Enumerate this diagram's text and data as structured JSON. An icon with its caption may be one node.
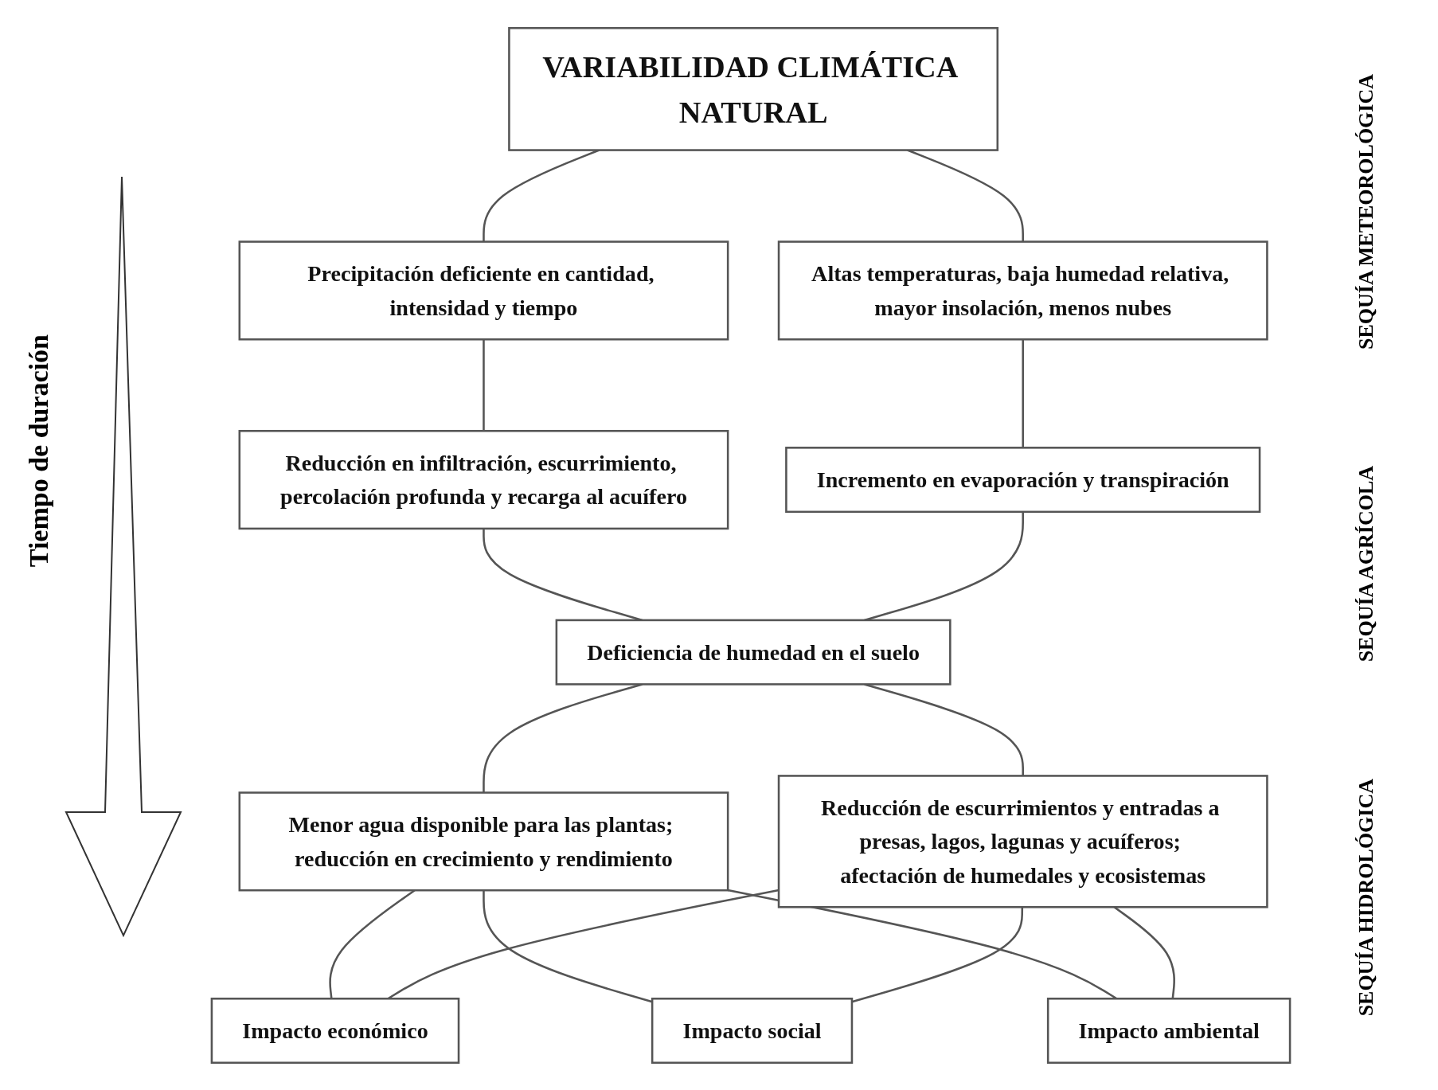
{
  "diagram": {
    "nodes": [
      {
        "text": [
          "VARIABILIDAD CLIMÁTICA NATURAL"
        ]
      },
      {
        "text": [
          "Precipitación deficiente en cantidad, intensidad y tiempo"
        ]
      },
      {
        "text": [
          "Altas temperaturas, baja humedad relativa, mayor insolación, menos nubes"
        ]
      },
      {
        "text": [
          "Reducción en infiltración, escurrimiento, percolación profunda y recarga al acuífero"
        ]
      },
      {
        "text": [
          "Incremento en evaporación y transpiración"
        ]
      },
      {
        "text": [
          "Deficiencia de humedad en el suelo"
        ]
      },
      {
        "text": [
          "Menor agua disponible para las plantas; reducción en crecimiento y rendimiento"
        ]
      },
      {
        "text": [
          "Reducción de escurrimientos y entradas a presas, lagos, lagunas y acuíferos; afectación de humedales y ecosistemas"
        ]
      },
      {
        "text": [
          "Impacto económico"
        ]
      },
      {
        "text": [
          "Impacto social"
        ]
      },
      {
        "text": [
          "Impacto ambiental"
        ]
      }
    ],
    "edges": [
      {
        "from": 0,
        "to": 1,
        "arrow": "none"
      },
      {
        "from": 0,
        "to": 2,
        "arrow": "none"
      },
      {
        "from": 1,
        "to": 3,
        "arrow": "none"
      },
      {
        "from": 2,
        "to": 4,
        "arrow": "none"
      },
      {
        "from": 3,
        "to": 5,
        "arrow": "none"
      },
      {
        "from": 4,
        "to": 5,
        "arrow": "none"
      },
      {
        "from": 5,
        "to": 6,
        "arrow": "none"
      },
      {
        "from": 5,
        "to": 7,
        "arrow": "none"
      },
      {
        "from": 6,
        "to": 8,
        "arrow": "none"
      },
      {
        "from": 6,
        "to": 9,
        "arrow": "none"
      },
      {
        "from": 6,
        "to": 10,
        "arrow": "none"
      },
      {
        "from": 7,
        "to": 8,
        "arrow": "none"
      },
      {
        "from": 7,
        "to": 9,
        "arrow": "none"
      },
      {
        "from": 7,
        "to": 10,
        "arrow": "none"
      }
    ],
    "labels": [
      "Tiempo de duración",
      "SEQUÍA METEOROLÓGICA",
      "SEQUÍA AGRÍCOLA",
      "SEQUÍA HIDROLÓGICA"
    ]
  }
}
